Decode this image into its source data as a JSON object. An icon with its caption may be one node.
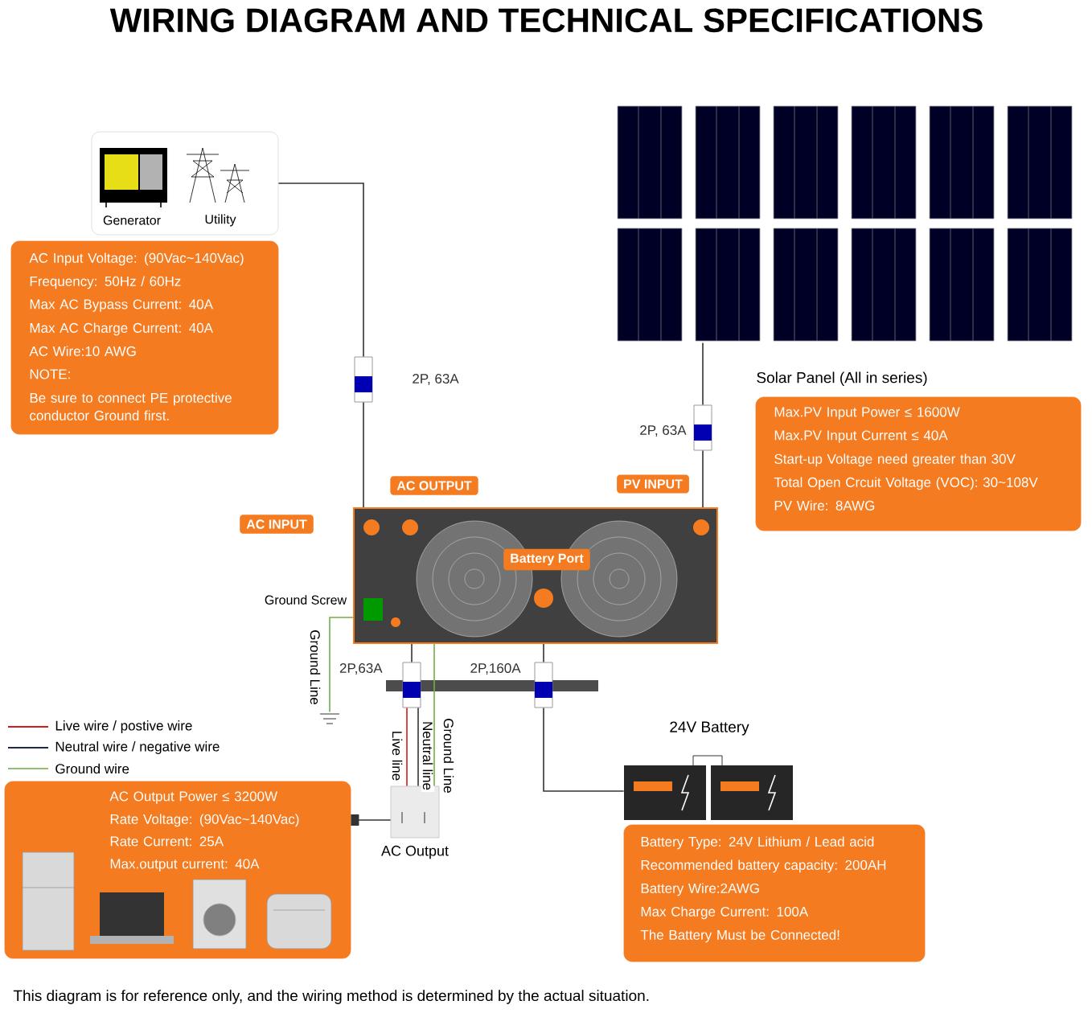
{
  "diagram": {
    "title": "WIRING DIAGRAM AND TECHNICAL SPECIFICATIONS",
    "caption": "This diagram is for reference only, and the wiring method is determined by the actual situation.",
    "nodes": [
      {
        "text": [
          "Generator",
          "Utility"
        ]
      },
      {
        "text": [
          "AC Input Voltage: (90Vac~140Vac)",
          "Frequency: 50Hz / 60Hz",
          "Max AC Bypass Current: 40A",
          "Max AC Charge Current: 40A",
          "AC Wire:10 AWG",
          "NOTE:",
          "Be sure to  connect PE protective conductor Ground first."
        ]
      },
      {
        "text": [],
        "shape": "picture",
        "beside": [
          "2P, 63A"
        ]
      },
      {
        "text": [],
        "shape": "picture"
      },
      {
        "text": [],
        "shape": "picture",
        "beside": [
          "2P, 63A"
        ]
      },
      {
        "text": [
          "Solar Panel (All in series)",
          "Max.PV Input Power ≤ 1600W",
          "Max.PV Input Current ≤ 40A",
          "Start-up Voltage need greater than 30V",
          "Total Open Crcuit Voltage (VOC): 30~108V",
          "PV Wire: 8AWG"
        ]
      },
      {
        "text": [],
        "shape": "picture"
      },
      {
        "text": [],
        "shape": "picture",
        "beside": [
          "2P,63A"
        ]
      },
      {
        "text": [],
        "shape": "picture",
        "beside": [
          "2P,160A"
        ]
      },
      {
        "text": [],
        "shape": "picture",
        "beside": [
          "AC Output"
        ]
      },
      {
        "text": [],
        "shape": "picture",
        "beside": [
          "24V Battery"
        ]
      },
      {
        "text": [
          "Battery Type: 24V Lithium / Lead acid",
          "Recommended battery capacity: 200AH",
          "Battery Wire:2AWG",
          "Max Charge Current: 100A",
          "The Battery Must be Connected!"
        ]
      },
      {
        "text": [
          "AC Output Power ≤ 3200W",
          "Rate Voltage: (90Vac~140Vac)",
          "Rate Current: 25A",
          "Max.output current: 40A"
        ]
      },
      {
        "text": [],
        "shape": "picture"
      }
    ],
    "edges": [
      {
        "from": 0,
        "to": 2,
        "arrow": "none"
      },
      {
        "from": 2,
        "to": 6,
        "arrow": "none"
      },
      {
        "from": 3,
        "to": 4,
        "arrow": "none"
      },
      {
        "from": 4,
        "to": 6,
        "arrow": "none"
      },
      {
        "from": 6,
        "to": 7,
        "arrow": "none"
      },
      {
        "from": 7,
        "to": 9,
        "arrow": "none",
        "label": "Live line",
        "color": "#d11a1a"
      },
      {
        "from": 7,
        "to": 9,
        "arrow": "none",
        "label": "Neutral line"
      },
      {
        "from": 6,
        "to": 9,
        "arrow": "none",
        "label": "Ground Line",
        "color": "#6fb04a"
      },
      {
        "from": 6,
        "to": 13,
        "arrow": "none",
        "label": "Ground Line",
        "color": "#6fb04a"
      },
      {
        "from": 6,
        "to": 8,
        "arrow": "none"
      },
      {
        "from": 8,
        "to": 10,
        "arrow": "none"
      },
      {
        "from": 12,
        "to": 9,
        "arrow": "other"
      }
    ],
    "labels": [
      "AC INPUT",
      "AC OUTPUT",
      "PV INPUT",
      "Battery Port",
      "Ground Screw"
    ],
    "legend": [
      {
        "text": "Live wire / postive wire"
      },
      {
        "text": "Neutral wire / negative wire"
      },
      {
        "text": "Ground wire"
      }
    ]
  }
}
